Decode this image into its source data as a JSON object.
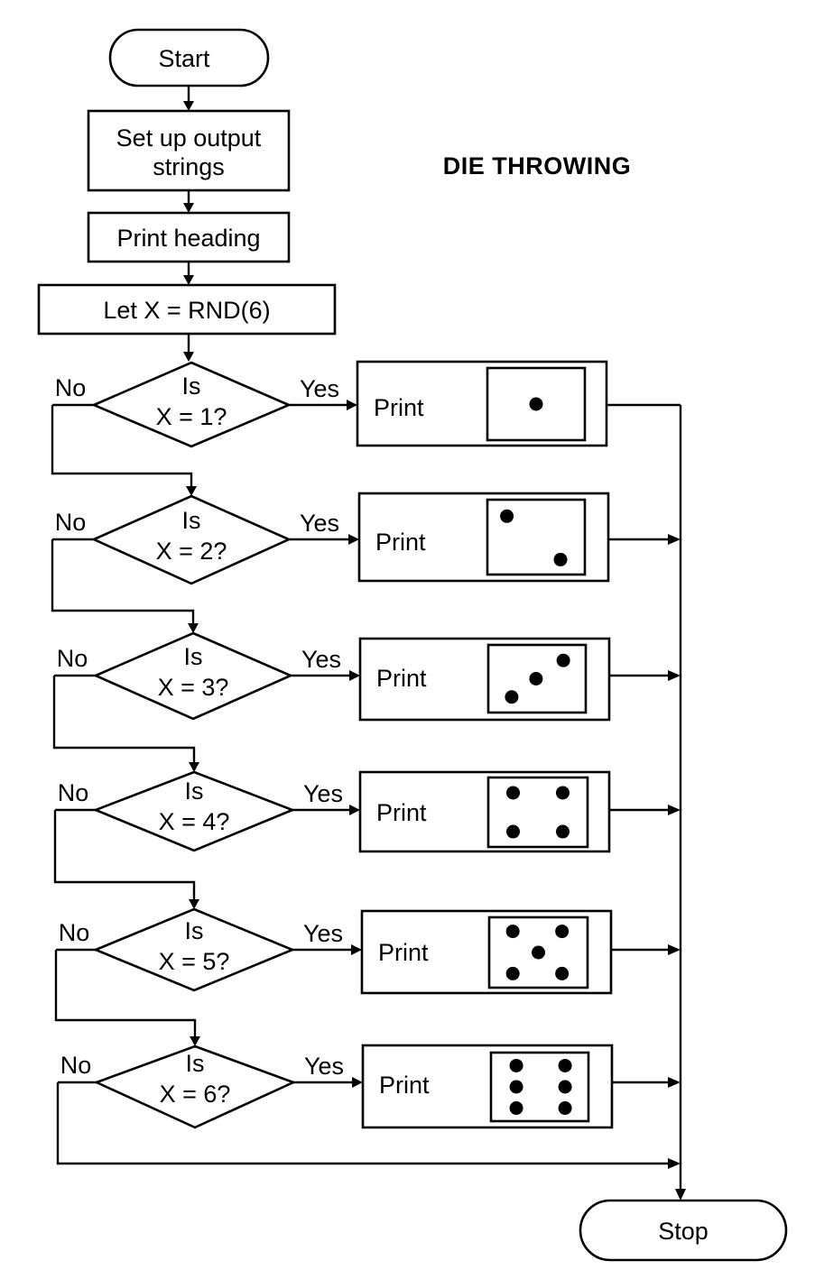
{
  "title": "DIE THROWING",
  "start": "Start",
  "stop": "Stop",
  "step1": {
    "line1": "Set up output",
    "line2": "strings"
  },
  "step2": "Print heading",
  "step3": "Let X = RND(6)",
  "no_label": "No",
  "yes_label": "Yes",
  "print_label": "Print",
  "decisions": [
    {
      "line1": "Is",
      "line2": "X = 1?",
      "face": 1
    },
    {
      "line1": "Is",
      "line2": "X = 2?",
      "face": 2
    },
    {
      "line1": "Is",
      "line2": "X = 3?",
      "face": 3
    },
    {
      "line1": "Is",
      "line2": "X = 4?",
      "face": 4
    },
    {
      "line1": "Is",
      "line2": "X = 5?",
      "face": 5
    },
    {
      "line1": "Is",
      "line2": "X = 6?",
      "face": 6
    }
  ]
}
